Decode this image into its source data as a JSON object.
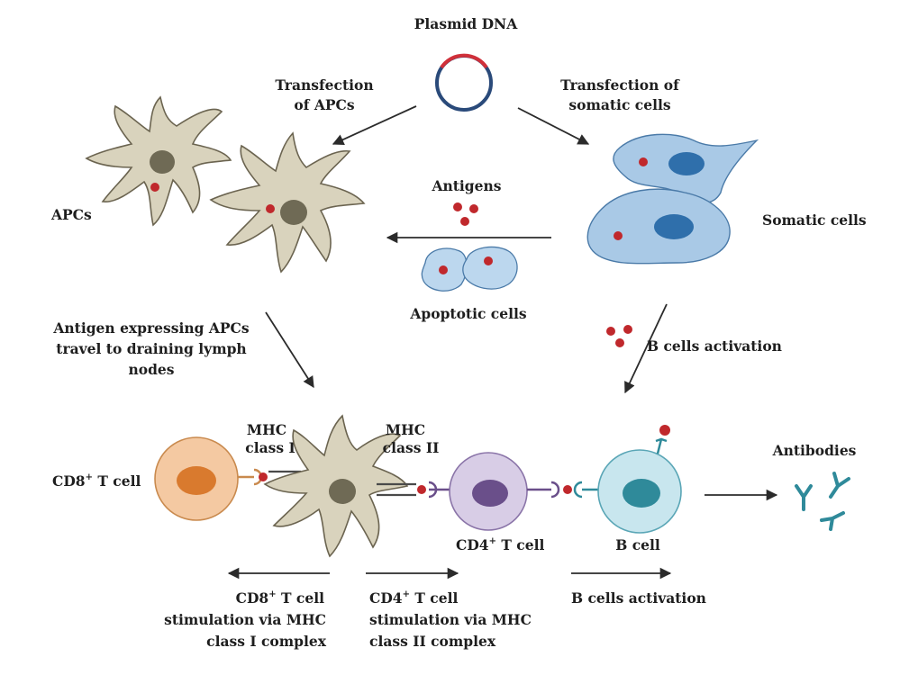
{
  "labels": {
    "plasmid_dna": "Plasmid DNA",
    "transfection_apcs_line1": "Transfection",
    "transfection_apcs_line2": "of APCs",
    "transfection_somatic_line1": "Transfection of",
    "transfection_somatic_line2": "somatic cells",
    "apcs": "APCs",
    "antigens": "Antigens",
    "somatic_cells": "Somatic cells",
    "apoptotic_cells": "Apoptotic cells",
    "antigen_travel_line1": "Antigen expressing APCs",
    "antigen_travel_line2": "travel to draining lymph",
    "antigen_travel_line3": "nodes",
    "b_cells_activation_upper": "B cells activation",
    "mhc_class_i_line1": "MHC",
    "mhc_class_i_line2": "class I",
    "mhc_class_ii_line1": "MHC",
    "mhc_class_ii_line2": "class II",
    "cd8_t_cell_prefix": "CD8",
    "cd8_t_cell_sup": "+",
    "cd8_t_cell_suffix": " T cell",
    "cd4_t_cell_prefix": "CD4",
    "cd4_t_cell_sup": "+",
    "cd4_t_cell_suffix": " T cell",
    "b_cell": "B cell",
    "antibodies": "Antibodies",
    "cd8_stim_line1_prefix": "CD8",
    "cd8_stim_line1_sup": "+",
    "cd8_stim_line1_suffix": " T cell",
    "cd8_stim_line2": "stimulation via MHC",
    "cd8_stim_line3": "class I complex",
    "cd4_stim_line1_prefix": "CD4",
    "cd4_stim_line1_sup": "+",
    "cd4_stim_line1_suffix": " T cell",
    "cd4_stim_line2": "stimulation via MHC",
    "cd4_stim_line3": "class II complex",
    "b_cells_activation_lower": "B cells activation"
  },
  "colors": {
    "apc_fill": "#d9d3bd",
    "apc_stroke": "#6b6450",
    "apc_nucleus": "#6f6a55",
    "somatic_fill": "#a9c9e6",
    "somatic_nucleus": "#2f6fab",
    "apoptotic_fill": "#bcd7ee",
    "antigen_dot": "#c0282c",
    "plasmid_ring": "#2a4a7a",
    "plasmid_insert": "#d0303a",
    "cd8_fill": "#f4c9a2",
    "cd8_nucleus": "#d97a2e",
    "cd4_fill": "#d8cde6",
    "cd4_nucleus": "#6a4f8a",
    "bcell_fill": "#c8e6ee",
    "bcell_nucleus": "#2f8a9a",
    "antibody": "#2f8a9a"
  },
  "icons": {
    "plasmid": "plasmid-ring-icon",
    "antibody": "y-shaped-antibody-icon"
  }
}
